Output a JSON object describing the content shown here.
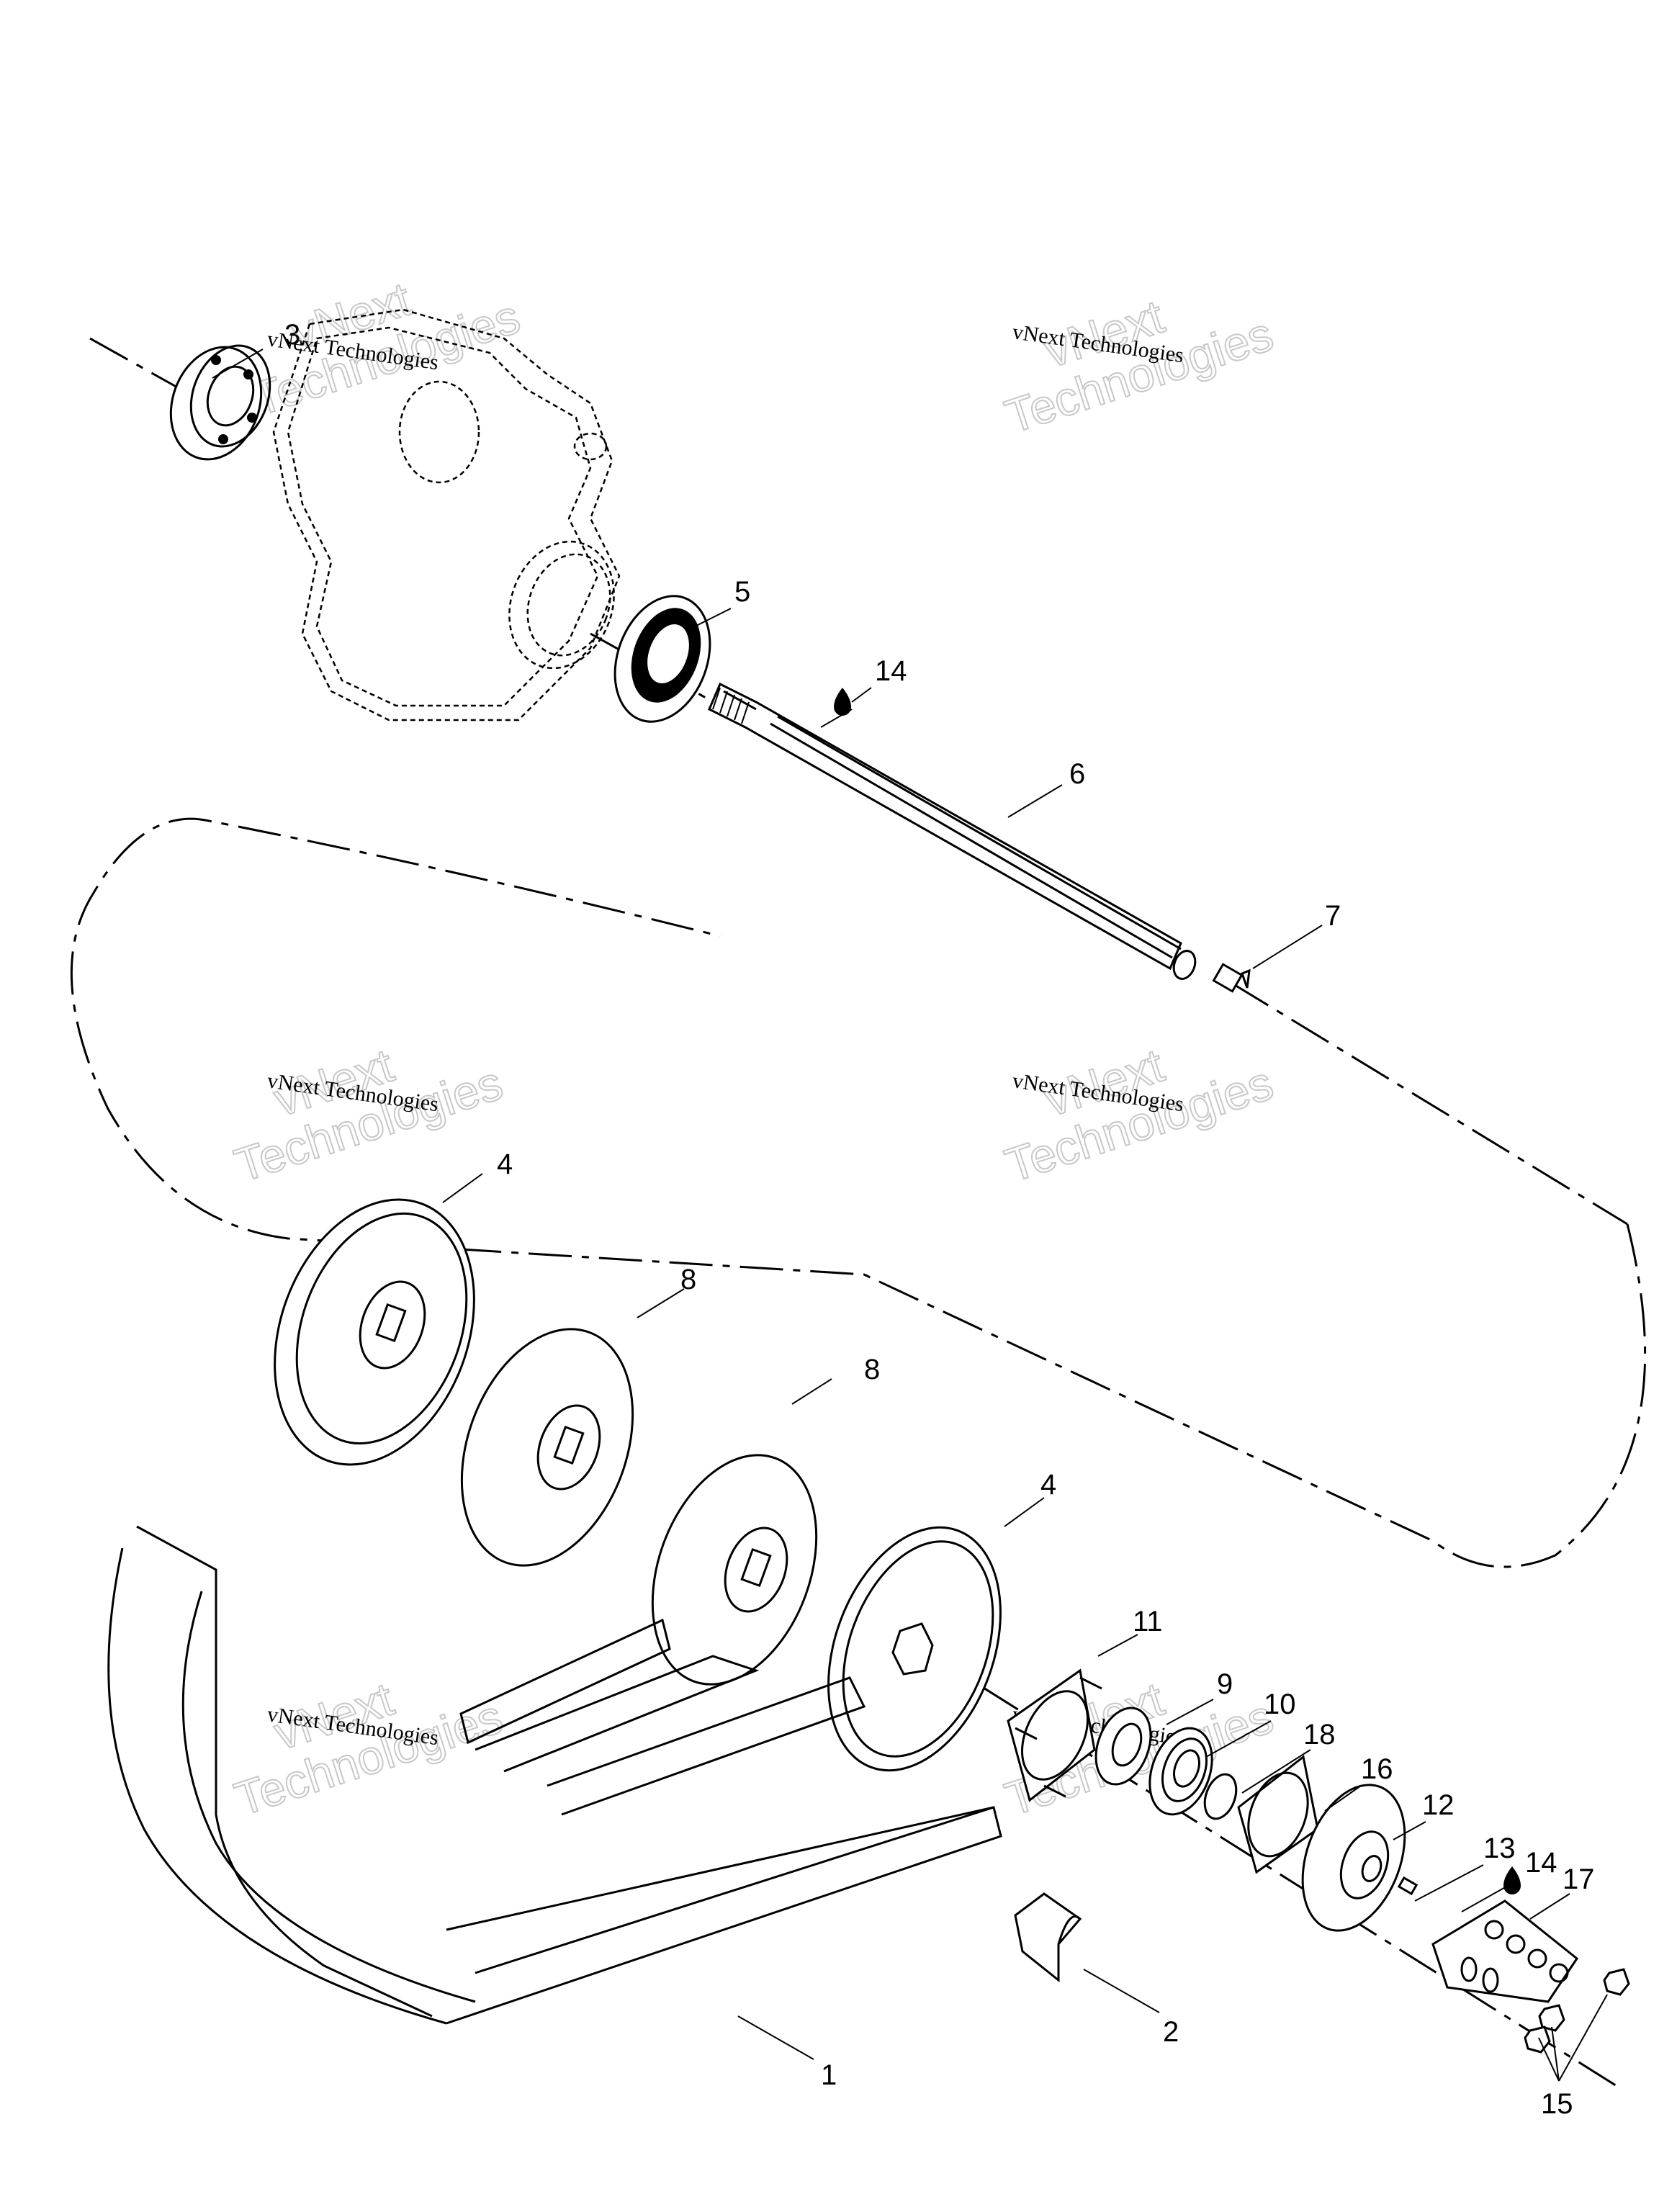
{
  "diagram": {
    "type": "exploded-parts-view",
    "subject": "Drive axle, sprockets and track assembly",
    "background_color": "#ffffff",
    "line_color": "#000000",
    "watermark_color": "#c8c8c8"
  },
  "watermarks": [
    {
      "small_text": "vNext Technologies",
      "big_line1": "vNext",
      "big_line2": "Technologies"
    },
    {
      "small_text": "vNext Technologies",
      "big_line1": "vNext",
      "big_line2": "Technologies"
    },
    {
      "small_text": "vNext Technologies",
      "big_line1": "vNext",
      "big_line2": "Technologies"
    },
    {
      "small_text": "vNext Technologies",
      "big_line1": "vNext",
      "big_line2": "Technologies"
    },
    {
      "small_text": "vNext Technologies",
      "big_line1": "vNext",
      "big_line2": "Technologies"
    },
    {
      "small_text": "vNext Technologies",
      "big_line1": "vNext",
      "big_line2": "Technologies"
    }
  ],
  "callouts": [
    {
      "id": "c3",
      "label": "3",
      "part": "bearing"
    },
    {
      "id": "c5",
      "label": "5",
      "part": "oil-seal"
    },
    {
      "id": "c14a",
      "label": "14",
      "part": "lubricant",
      "icon": "oil-drop-icon"
    },
    {
      "id": "c6",
      "label": "6",
      "part": "drive-axle"
    },
    {
      "id": "c7",
      "label": "7",
      "part": "end-plug"
    },
    {
      "id": "c4a",
      "label": "4",
      "part": "end-sprocket"
    },
    {
      "id": "c8a",
      "label": "8",
      "part": "center-sprocket"
    },
    {
      "id": "c8b",
      "label": "8",
      "part": "center-sprocket"
    },
    {
      "id": "c4b",
      "label": "4",
      "part": "end-sprocket"
    },
    {
      "id": "c11",
      "label": "11",
      "part": "stud-plate"
    },
    {
      "id": "c9",
      "label": "9",
      "part": "washer"
    },
    {
      "id": "c10",
      "label": "10",
      "part": "bearing"
    },
    {
      "id": "c18",
      "label": "18",
      "part": "circlip"
    },
    {
      "id": "c16",
      "label": "16",
      "part": "bearing-housing"
    },
    {
      "id": "c12",
      "label": "12",
      "part": "cover-plate"
    },
    {
      "id": "c13",
      "label": "13",
      "part": "grease-fitting"
    },
    {
      "id": "c14b",
      "label": "14",
      "part": "lubricant",
      "icon": "oil-drop-icon"
    },
    {
      "id": "c17",
      "label": "17",
      "part": "guard-bracket"
    },
    {
      "id": "c2",
      "label": "2",
      "part": "track-clip"
    },
    {
      "id": "c1",
      "label": "1",
      "part": "track"
    },
    {
      "id": "c15",
      "label": "15",
      "part": "nuts"
    }
  ]
}
